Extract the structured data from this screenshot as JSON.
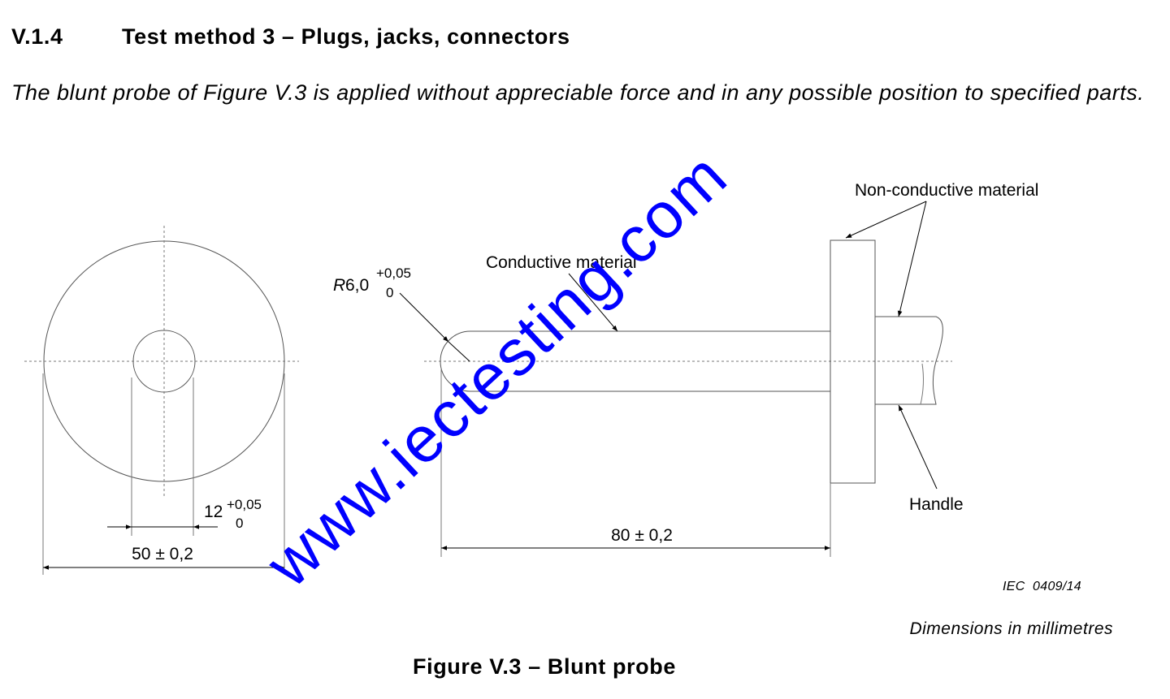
{
  "heading": {
    "number": "V.1.4",
    "title": "Test method 3 – Plugs, jacks, connectors"
  },
  "intro_text": "The blunt probe of Figure V.3 is applied without appreciable force and in any possible position to specified parts.",
  "figure": {
    "labels": {
      "non_conductive": "Non-conductive material",
      "conductive": "Conductive material",
      "handle": "Handle"
    },
    "radius": {
      "prefix": "R",
      "value": "6,0",
      "tol_upper": "+0,05",
      "tol_lower": "0"
    },
    "hole_dim": {
      "value": "12",
      "tol_upper": "+0,05",
      "tol_lower": "0"
    },
    "outer_dim": "50 ± 0,2",
    "length_dim": "80 ± 0,2",
    "ref_code": "IEC  0409/14",
    "dimensions_note": "Dimensions in millimetres",
    "caption": "Figure V.3 – Blunt probe"
  },
  "watermark": {
    "text": "www.iectesting.com",
    "color": "#0000ff"
  },
  "colors": {
    "drawing_line": "#000000",
    "construction_line": "#888888"
  }
}
